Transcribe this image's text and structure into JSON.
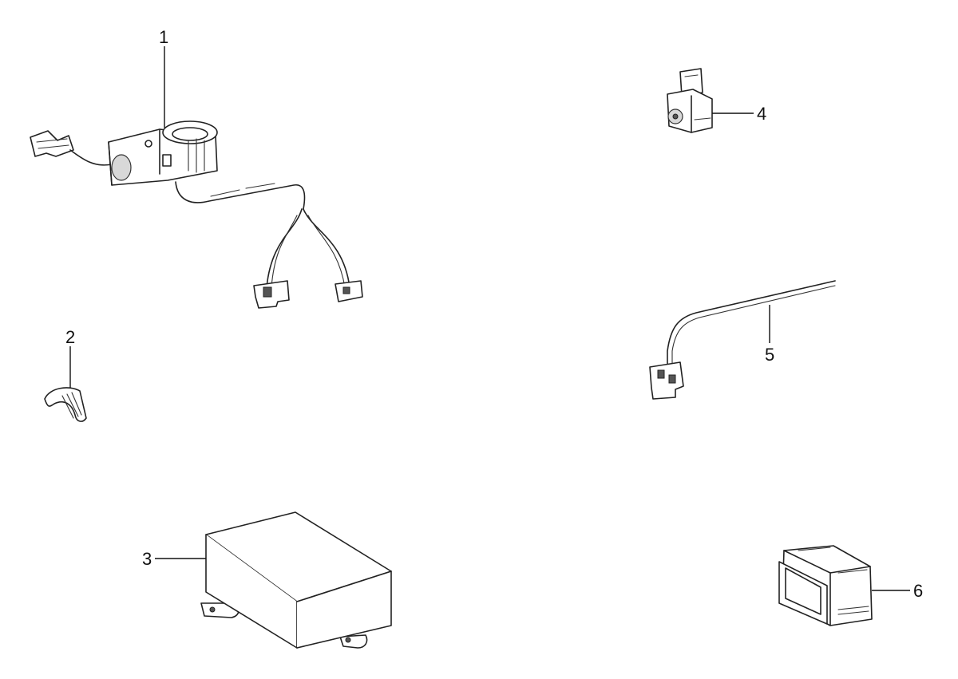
{
  "parts": [
    {
      "id": "part-1",
      "label": "1",
      "icon": "switch-harness-icon"
    },
    {
      "id": "part-2",
      "label": "2",
      "icon": "clip-icon"
    },
    {
      "id": "part-3",
      "label": "3",
      "icon": "control-box-icon"
    },
    {
      "id": "part-4",
      "label": "4",
      "icon": "sensor-icon"
    },
    {
      "id": "part-5",
      "label": "5",
      "icon": "wire-connector-icon"
    },
    {
      "id": "part-6",
      "label": "6",
      "icon": "relay-icon"
    }
  ]
}
